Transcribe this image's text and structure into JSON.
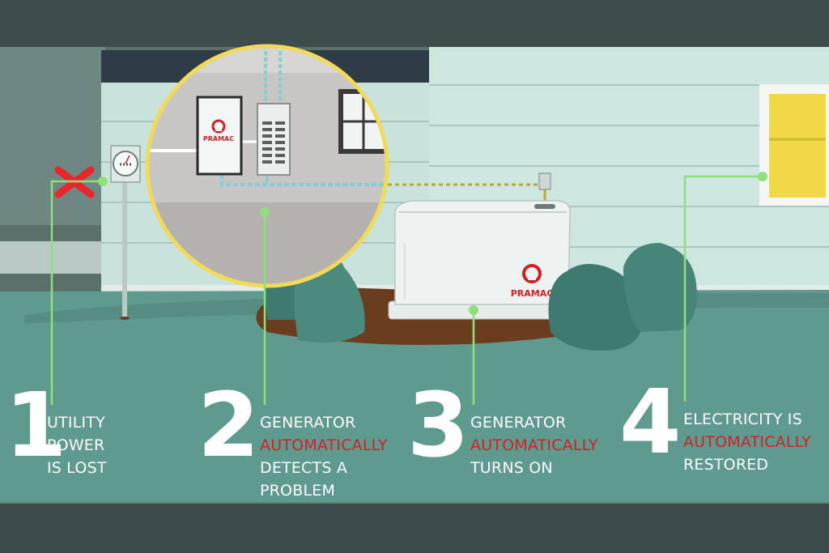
{
  "brand": {
    "logo_text": "PRAMAC",
    "accent_color": "#d41f26"
  },
  "colors": {
    "wall": "#c9e2dc",
    "ground": "#5f9a8f",
    "callout_line": "#8fe07a",
    "circle_border": "#f1da5a",
    "window_light": "#f2d845",
    "bushes": "#3f7a70",
    "error_mark": "#e8262b"
  },
  "steps": [
    {
      "number": "1",
      "lines": [
        "UTILITY",
        "POWER",
        "IS LOST"
      ],
      "highlight_line": -1
    },
    {
      "number": "2",
      "lines": [
        "GENERATOR",
        "AUTOMATICALLY",
        "DETECTS A",
        "PROBLEM"
      ],
      "highlight_line": 1
    },
    {
      "number": "3",
      "lines": [
        "GENERATOR",
        "AUTOMATICALLY",
        "TURNS ON"
      ],
      "highlight_line": 1
    },
    {
      "number": "4",
      "lines": [
        "ELECTRICITY IS",
        "AUTOMATICALLY",
        "RESTORED"
      ],
      "highlight_line": 1
    }
  ],
  "icons": {
    "outage_mark": "red-x-icon",
    "meter": "electric-meter-icon",
    "transfer_switch": "pramac-transfer-switch-icon",
    "panel": "breaker-panel-icon"
  }
}
